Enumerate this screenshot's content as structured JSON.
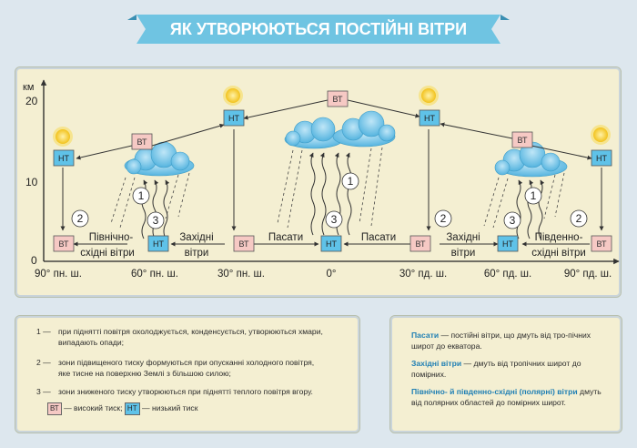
{
  "title": "ЯК УТВОРЮЮТЬСЯ ПОСТІЙНІ ВІТРИ",
  "colors": {
    "title_banner": "#6fc4e2",
    "high_pressure_fill": "#f6c9c4",
    "low_pressure_fill": "#5fc2e8",
    "definition_term": "#1f7fb4",
    "panel_fill": "#f4efd2"
  },
  "axis": {
    "unit": "км",
    "ticks": [
      "20",
      "10",
      "0"
    ]
  },
  "pressure": {
    "high": "ВТ",
    "low": "НТ"
  },
  "latitudes": [
    "90° пн. ш.",
    "60° пн. ш.",
    "30° пн. ш.",
    "0°",
    "30° пд. ш.",
    "60° пд. ш.",
    "90° пд. ш."
  ],
  "wind_labels": {
    "northeast": [
      "Північно-",
      "східні вітри"
    ],
    "westerly_left": [
      "Західні",
      "вітри"
    ],
    "trade_left": "Пасати",
    "trade_right": "Пасати",
    "westerly_right": [
      "Західні",
      "вітри"
    ],
    "southeast": [
      "Південно-",
      "східні вітри"
    ]
  },
  "markers": [
    "1",
    "2",
    "3"
  ],
  "legend": {
    "items": [
      {
        "num": "1 —",
        "lines": [
          "при піднятті повітря охолоджується, конденсується, утворюються хмари,",
          "випадають опади;"
        ]
      },
      {
        "num": "2 —",
        "lines": [
          "зони підвищеного тиску формуються при опусканні холодного повітря,",
          "яке тисне на поверхню Землі з більшою силою;"
        ]
      },
      {
        "num": "3 —",
        "lines": [
          "зони зниженого тиску утворюються при піднятті  теплого повітря вгору."
        ]
      }
    ],
    "key_high": "— високий тиск;",
    "key_low": "— низький тиск"
  },
  "definitions": [
    {
      "term": "Пасати",
      "text": " — постійні вітри, що дмуть від тро-пічних широт до екватора."
    },
    {
      "term": "Західні вітри",
      "text": " — дмуть від тропічних широт до помірних."
    },
    {
      "term": "Північно- й південно-східні (полярні) вітри",
      "text": " дмуть від полярних областей до помірних широт."
    }
  ]
}
